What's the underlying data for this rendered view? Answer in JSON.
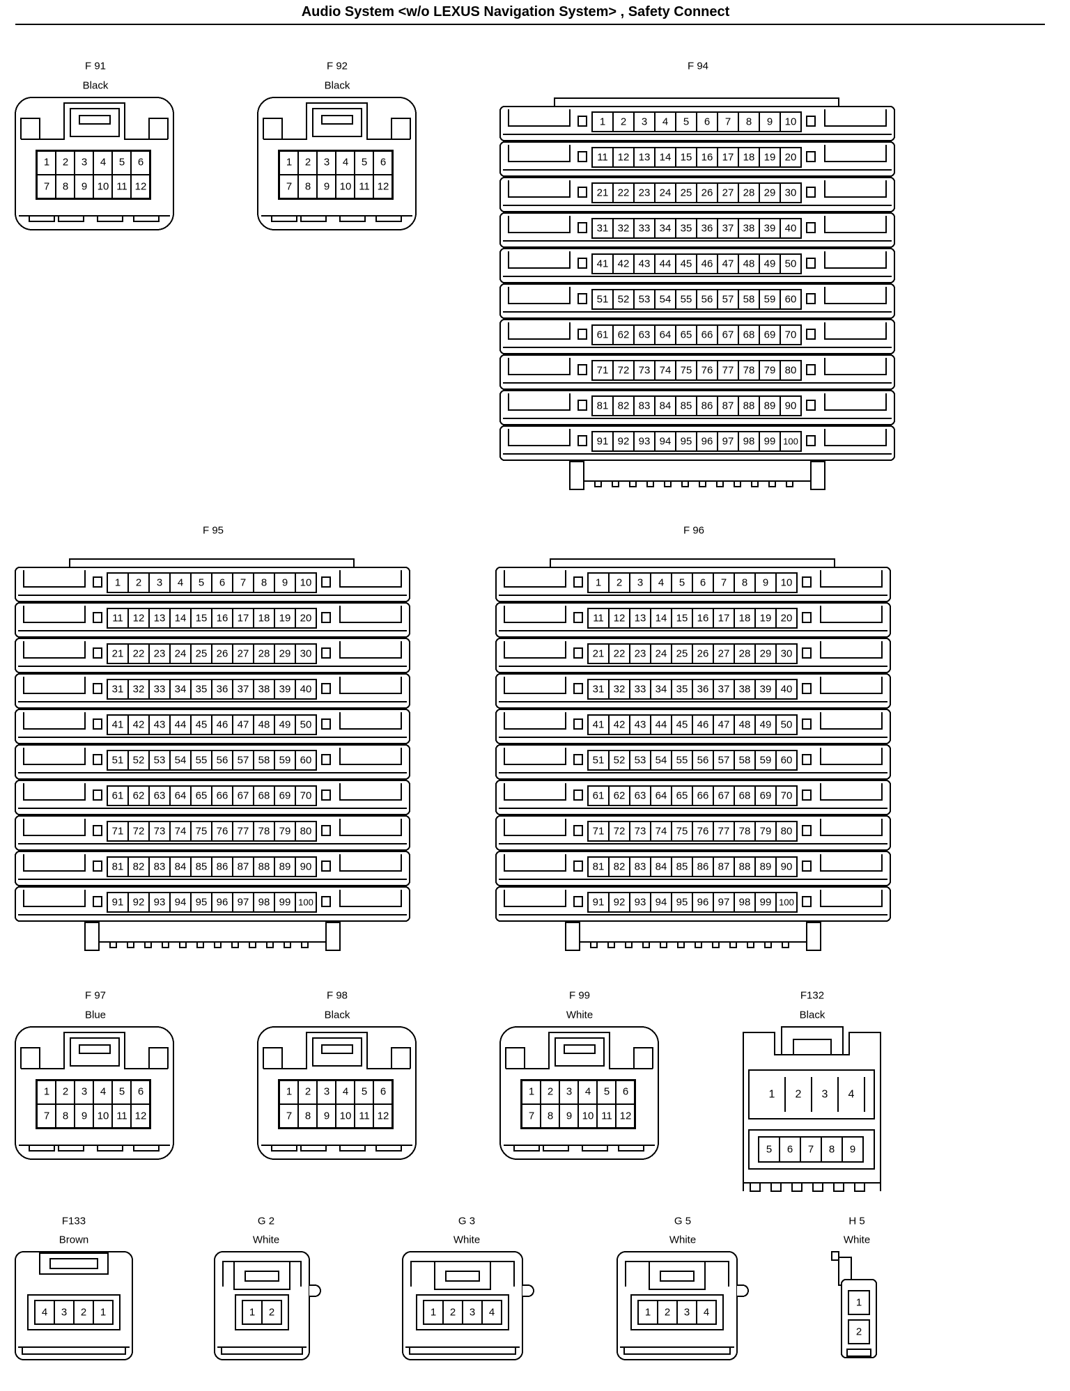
{
  "page": {
    "title": "Audio System <w/o LEXUS Navigation System> , Safety Connect"
  },
  "connectors": [
    {
      "id": "F 91",
      "color": "Black",
      "type": "dual-row-12",
      "pins": [
        [
          "1",
          "2",
          "3",
          "4",
          "5",
          "6"
        ],
        [
          "7",
          "8",
          "9",
          "10",
          "11",
          "12"
        ]
      ]
    },
    {
      "id": "F 92",
      "color": "Black",
      "type": "dual-row-12",
      "pins": [
        [
          "1",
          "2",
          "3",
          "4",
          "5",
          "6"
        ],
        [
          "7",
          "8",
          "9",
          "10",
          "11",
          "12"
        ]
      ]
    },
    {
      "id": "F 94",
      "color": "",
      "type": "grid-100",
      "rows": 10,
      "cols": 10
    },
    {
      "id": "F 95",
      "color": "",
      "type": "grid-100",
      "rows": 10,
      "cols": 10
    },
    {
      "id": "F 96",
      "color": "",
      "type": "grid-100",
      "rows": 10,
      "cols": 10
    },
    {
      "id": "F 97",
      "color": "Blue",
      "type": "dual-row-12",
      "pins": [
        [
          "1",
          "2",
          "3",
          "4",
          "5",
          "6"
        ],
        [
          "7",
          "8",
          "9",
          "10",
          "11",
          "12"
        ]
      ]
    },
    {
      "id": "F 98",
      "color": "Black",
      "type": "dual-row-12",
      "pins": [
        [
          "1",
          "2",
          "3",
          "4",
          "5",
          "6"
        ],
        [
          "7",
          "8",
          "9",
          "10",
          "11",
          "12"
        ]
      ]
    },
    {
      "id": "F 99",
      "color": "White",
      "type": "dual-row-12",
      "pins": [
        [
          "1",
          "2",
          "3",
          "4",
          "5",
          "6"
        ],
        [
          "7",
          "8",
          "9",
          "10",
          "11",
          "12"
        ]
      ]
    },
    {
      "id": "F132",
      "color": "Black",
      "type": "nine-pin",
      "pins": [
        [
          "1",
          "2",
          "3",
          "4"
        ],
        [
          "5",
          "6",
          "7",
          "8",
          "9"
        ]
      ]
    },
    {
      "id": "F133",
      "color": "Brown",
      "type": "four-pin-rev",
      "pins": [
        [
          "4",
          "3",
          "2",
          "1"
        ]
      ]
    },
    {
      "id": "G 2",
      "color": "White",
      "type": "small-row",
      "pins": [
        [
          "1",
          "2"
        ]
      ]
    },
    {
      "id": "G 3",
      "color": "White",
      "type": "small-row",
      "pins": [
        [
          "1",
          "2",
          "3",
          "4"
        ]
      ]
    },
    {
      "id": "G 5",
      "color": "White",
      "type": "small-row",
      "pins": [
        [
          "1",
          "2",
          "3",
          "4"
        ]
      ]
    },
    {
      "id": "H 5",
      "color": "White",
      "type": "two-vertical",
      "pins": [
        [
          "1"
        ],
        [
          "2"
        ]
      ]
    }
  ]
}
